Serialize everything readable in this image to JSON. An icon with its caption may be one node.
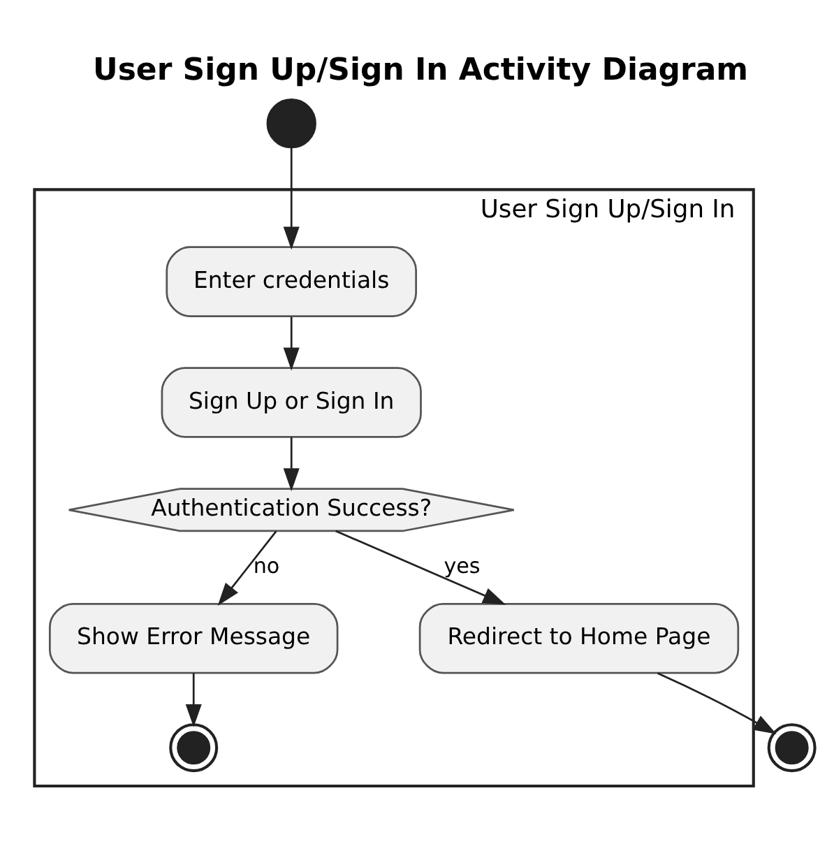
{
  "diagram": {
    "title": "User Sign Up/Sign In Activity Diagram",
    "nodes": [
      {
        "text": [],
        "shape": "circle"
      },
      {
        "text": [
          "User Sign Up/Sign In"
        ]
      },
      {
        "text": [
          "Enter credentials"
        ],
        "in": 1
      },
      {
        "text": [
          "Sign Up or Sign In"
        ],
        "in": 1
      },
      {
        "text": [
          "Authentication Success?"
        ],
        "in": 1
      },
      {
        "text": [
          "Redirect to Home Page"
        ],
        "in": 1
      },
      {
        "text": [
          "Show Error Message"
        ],
        "in": 1
      },
      {
        "text": [],
        "shape": "circle",
        "in": 1
      },
      {
        "text": [],
        "shape": "circle"
      }
    ],
    "edges": [
      {
        "from": 0,
        "to": 2,
        "arrow": "to"
      },
      {
        "from": 2,
        "to": 3,
        "arrow": "to"
      },
      {
        "from": 3,
        "to": 4,
        "arrow": "to"
      },
      {
        "from": 4,
        "to": 5,
        "label": "yes",
        "arrow": "to"
      },
      {
        "from": 4,
        "to": 6,
        "label": "no",
        "arrow": "to"
      },
      {
        "from": 6,
        "to": 7,
        "arrow": "to"
      },
      {
        "from": 5,
        "to": 8,
        "arrow": "to"
      }
    ]
  }
}
